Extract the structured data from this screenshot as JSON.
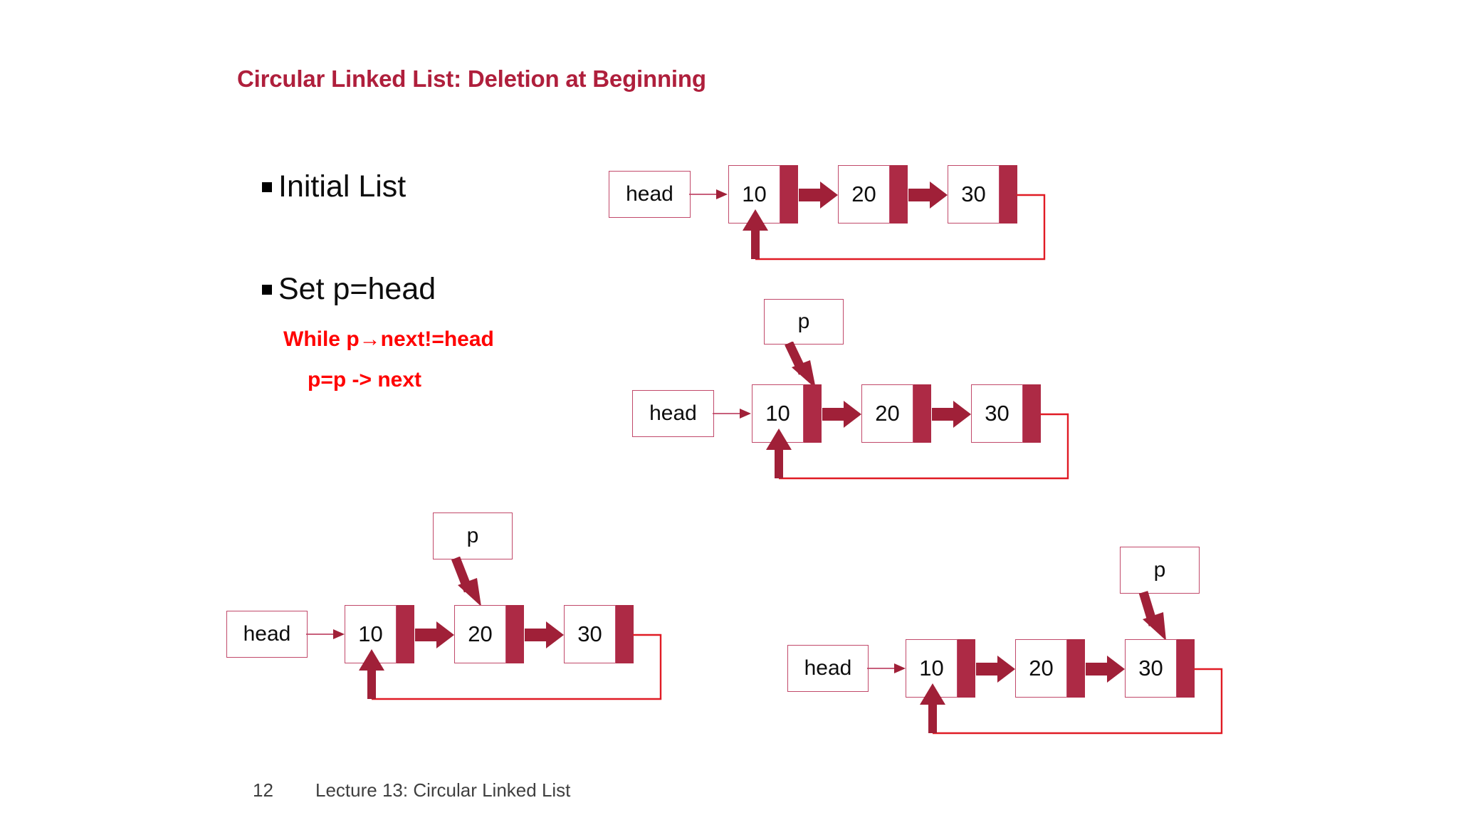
{
  "slide": {
    "title": "Circular Linked List: Deletion at Beginning",
    "bullets": [
      {
        "label": "Initial List"
      },
      {
        "label": "Set p=head"
      }
    ],
    "code_lines": [
      "While p→next!=head",
      "p=p -> next"
    ],
    "footer": {
      "page_number": "12",
      "text": "Lecture 13: Circular Linked List"
    },
    "colors": {
      "title": "#AF1F3C",
      "code": "#FF0000",
      "node_border": "#C1496A",
      "node_pointer": "#AD2A45",
      "arrow": "#A02038",
      "wrap_line": "#E01B24",
      "footer": "#3f3f3f"
    }
  },
  "diagrams": [
    {
      "id": "initial-list",
      "head_label": "head",
      "pointer_label": null,
      "pointer_target_index": null,
      "nodes": [
        {
          "value": "10"
        },
        {
          "value": "20"
        },
        {
          "value": "30"
        }
      ]
    },
    {
      "id": "p-at-node-10",
      "head_label": "head",
      "pointer_label": "p",
      "pointer_target_index": 0,
      "nodes": [
        {
          "value": "10"
        },
        {
          "value": "20"
        },
        {
          "value": "30"
        }
      ]
    },
    {
      "id": "p-at-node-20",
      "head_label": "head",
      "pointer_label": "p",
      "pointer_target_index": 1,
      "nodes": [
        {
          "value": "10"
        },
        {
          "value": "20"
        },
        {
          "value": "30"
        }
      ]
    },
    {
      "id": "p-at-node-30",
      "head_label": "head",
      "pointer_label": "p",
      "pointer_target_index": 2,
      "nodes": [
        {
          "value": "10"
        },
        {
          "value": "20"
        },
        {
          "value": "30"
        }
      ]
    }
  ]
}
